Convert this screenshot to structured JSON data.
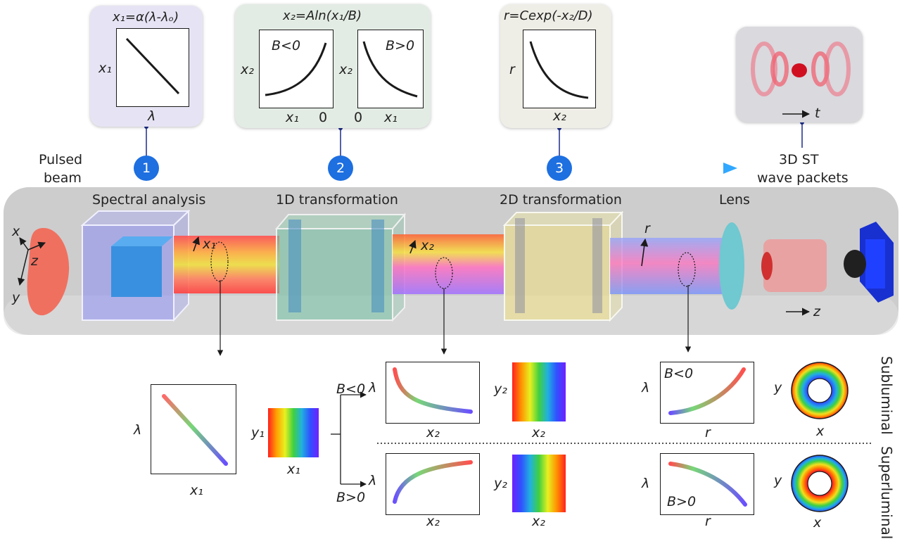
{
  "timeline": {
    "start_label_line1": "Pulsed",
    "start_label_line2": "beam",
    "end_label_line1": "3D ST",
    "end_label_line2": "wave packets",
    "steps": [
      "1",
      "2",
      "3"
    ]
  },
  "cards": {
    "card1": {
      "equation": "x₁=α(λ-λₒ)",
      "ylabel": "x₁",
      "xlabel": "λ"
    },
    "card2": {
      "equation": "x₂=Aln(x₁/B)",
      "left_ylabel": "x₂",
      "left_tag": "B<0",
      "left_xlabel": "x₁",
      "left_zero": "0",
      "right_ylabel": "x₂",
      "right_tag": "B>0",
      "right_zero": "0",
      "right_xlabel": "x₁"
    },
    "card3": {
      "equation": "r=Cexp(-x₂/D)",
      "ylabel": "r",
      "xlabel": "x₂"
    },
    "card4": {
      "time_label": "t"
    }
  },
  "stages": {
    "spectral": "Spectral analysis",
    "transform1d": "1D transformation",
    "transform2d": "2D transformation",
    "lens": "Lens",
    "beam1_label": "x₁",
    "beam2_label": "x₂",
    "beam3_label": "r",
    "axis_x": "x",
    "axis_y": "y",
    "axis_z": "z",
    "output_z": "z"
  },
  "bottom": {
    "p1": {
      "ylabel": "λ",
      "xlabel": "x₁"
    },
    "strip1": {
      "ylabel": "y₁",
      "xlabel": "x₁"
    },
    "branch_top": "B<0",
    "branch_bottom": "B>0",
    "sub_plot": {
      "ylabel": "λ",
      "xlabel": "x₂"
    },
    "sub_strip": {
      "ylabel": "y₂",
      "xlabel": "x₂"
    },
    "sub_r": {
      "ylabel": "λ",
      "tag": "B<0",
      "xlabel": "r"
    },
    "sub_ring": {
      "ylabel": "y",
      "xlabel": "x"
    },
    "sup_plot": {
      "ylabel": "λ",
      "xlabel": "x₂"
    },
    "sup_strip": {
      "ylabel": "y₂",
      "xlabel": "x₂"
    },
    "sup_r": {
      "ylabel": "λ",
      "tag": "B>0",
      "xlabel": "r"
    },
    "sup_ring": {
      "ylabel": "y",
      "xlabel": "x"
    },
    "subluminal": "Subluminal",
    "superluminal": "Superluminal"
  },
  "colors": {
    "timeline": "#3aa0ff",
    "marker": "#1e6fe0",
    "stage_band": "#c9c9c9",
    "card1": "#e6e4f4",
    "card2": "#e3ece4",
    "card3": "#efeee6",
    "card4": "#d9d9de"
  }
}
